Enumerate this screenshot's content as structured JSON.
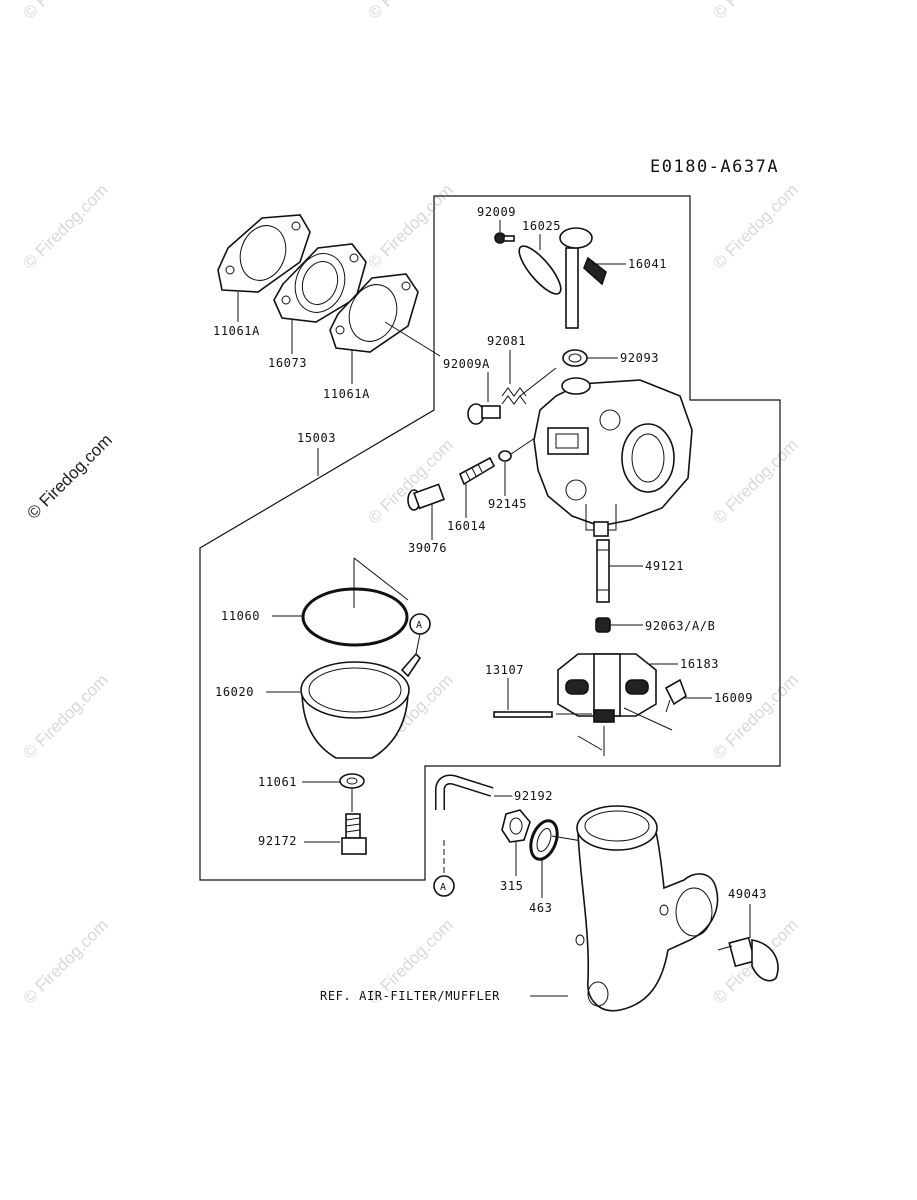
{
  "diagram_code": "E0180-A637A",
  "watermark": "© Firedog.com",
  "ref_label": "REF. AIR-FILTER/MUFFLER",
  "circle_marker": "A",
  "parts": {
    "p11061A_a": "11061A",
    "p16073": "16073",
    "p11061A_b": "11061A",
    "p92009": "92009",
    "p16025": "16025",
    "p16041": "16041",
    "p92081": "92081",
    "p92093": "92093",
    "p92009A": "92009A",
    "p15003": "15003",
    "p92145": "92145",
    "p16014": "16014",
    "p39076": "39076",
    "p49121": "49121",
    "p11060": "11060",
    "p92063": "92063/A/B",
    "p13107": "13107",
    "p16183": "16183",
    "p16020": "16020",
    "p16009": "16009",
    "p11061": "11061",
    "p92192": "92192",
    "p92172": "92172",
    "p315": "315",
    "p463": "463",
    "p49043": "49043"
  }
}
